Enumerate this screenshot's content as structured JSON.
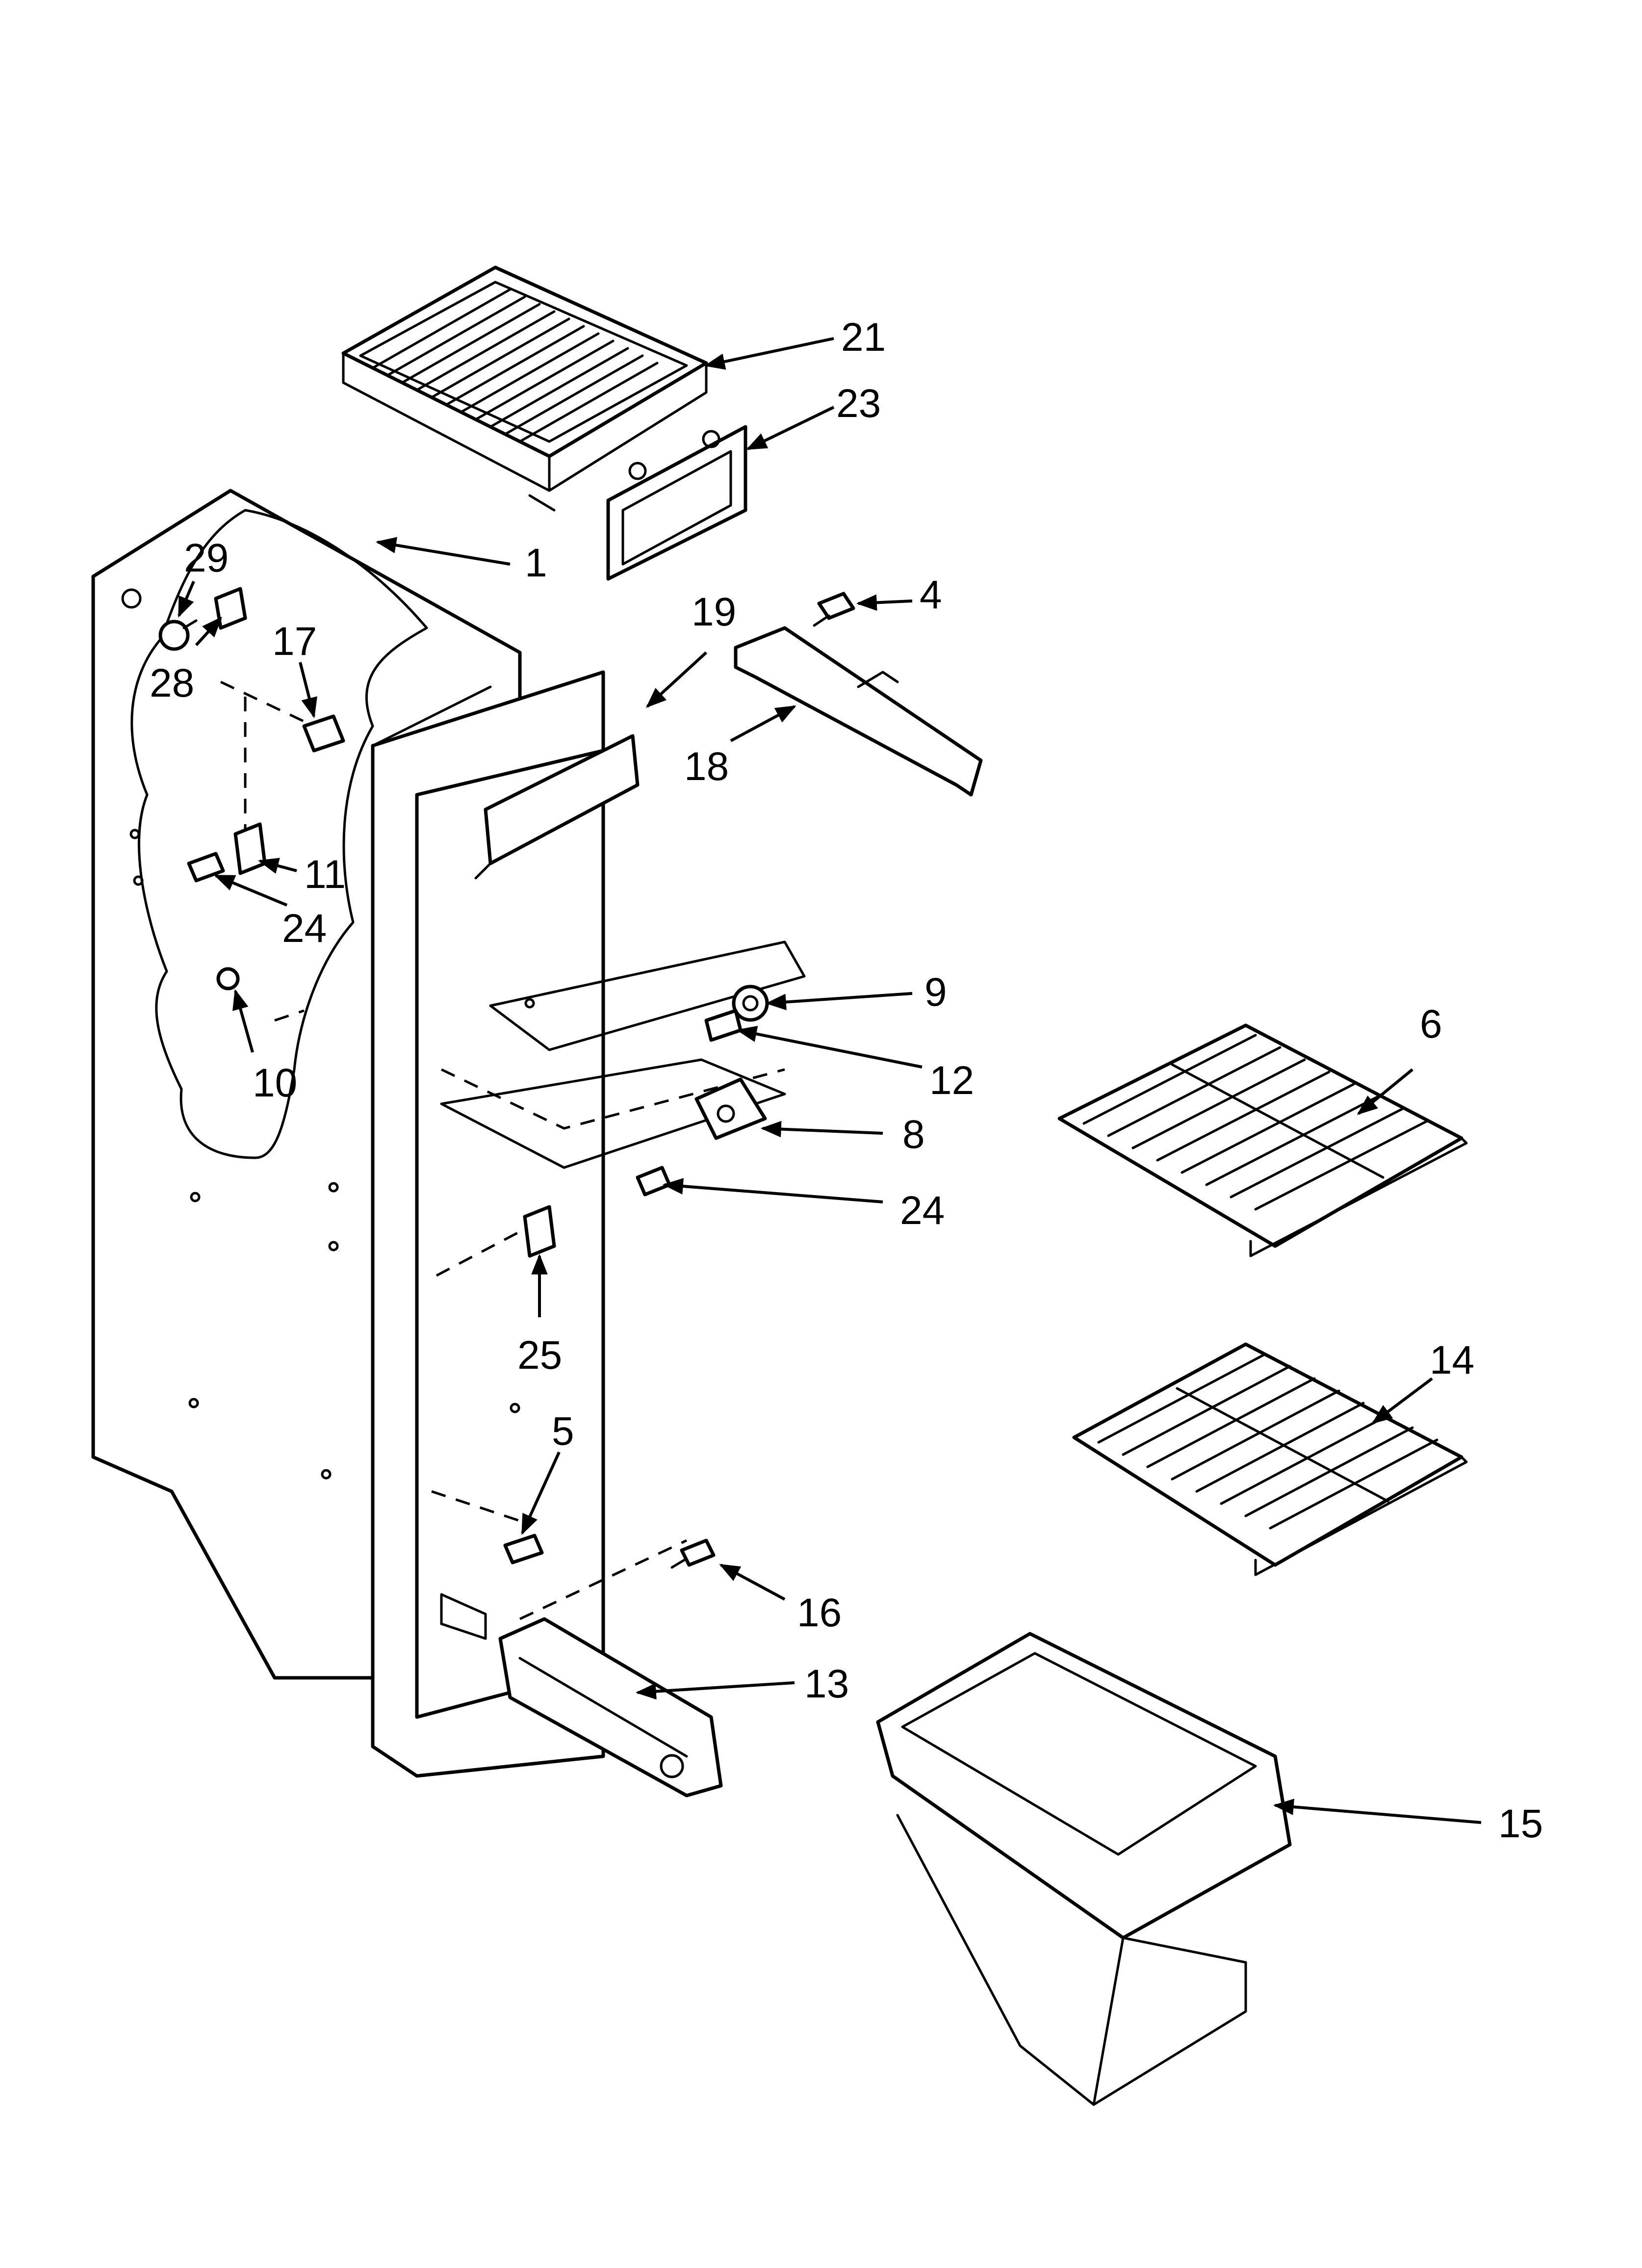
{
  "callouts": [
    "21",
    "23",
    "1",
    "29",
    "4",
    "19",
    "17",
    "28",
    "18",
    "11",
    "24",
    "9",
    "10",
    "12",
    "6",
    "8",
    "24",
    "25",
    "5",
    "14",
    "16",
    "13",
    "15"
  ],
  "colors": {
    "ink": "#000000",
    "paper": "#ffffff"
  }
}
